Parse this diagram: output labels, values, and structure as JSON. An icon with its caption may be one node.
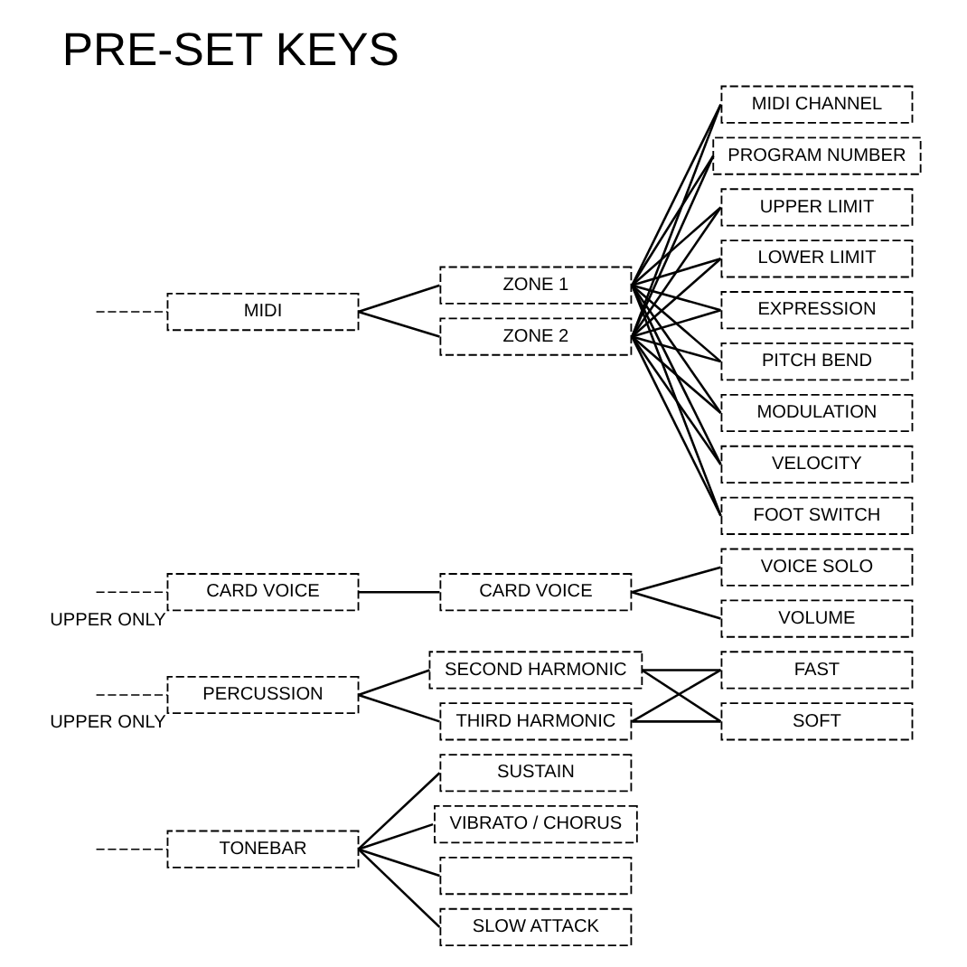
{
  "diagram": {
    "title": "PRE-SET KEYS",
    "nodes": [
      {
        "text": [
          "TONEBAR"
        ]
      },
      {
        "text": [
          "PERCUSSION"
        ],
        "beside": [
          "UPPER ONLY"
        ]
      },
      {
        "text": [
          "CARD VOICE"
        ],
        "beside": [
          "UPPER ONLY"
        ]
      },
      {
        "text": [
          "MIDI"
        ]
      },
      {
        "text": [
          "SUSTAIN"
        ]
      },
      {
        "text": [
          "VIBRATO / CHORUS"
        ]
      },
      {
        "text": [],
        "shape": "box"
      },
      {
        "text": [
          "SLOW ATTACK"
        ]
      },
      {
        "text": [
          "SECOND HARMONIC"
        ]
      },
      {
        "text": [
          "THIRD HARMONIC"
        ]
      },
      {
        "text": [
          "FAST"
        ]
      },
      {
        "text": [
          "SOFT"
        ]
      },
      {
        "text": [
          "CARD VOICE"
        ]
      },
      {
        "text": [
          "VOICE SOLO"
        ]
      },
      {
        "text": [
          "VOLUME"
        ]
      },
      {
        "text": [
          "ZONE 1"
        ]
      },
      {
        "text": [
          "ZONE 2"
        ]
      },
      {
        "text": [
          "MIDI CHANNEL"
        ]
      },
      {
        "text": [
          "PROGRAM NUMBER"
        ]
      },
      {
        "text": [
          "UPPER LIMIT"
        ]
      },
      {
        "text": [
          "LOWER LIMIT"
        ]
      },
      {
        "text": [
          "EXPRESSION"
        ]
      },
      {
        "text": [
          "PITCH BEND"
        ]
      },
      {
        "text": [
          "MODULATION"
        ]
      },
      {
        "text": [
          "VELOCITY"
        ]
      },
      {
        "text": [
          "FOOT SWITCH"
        ]
      }
    ],
    "edges": [
      {
        "from": null,
        "to": 0,
        "arrow": "none",
        "style": "dashed"
      },
      {
        "from": null,
        "to": 1,
        "arrow": "none",
        "style": "dashed"
      },
      {
        "from": null,
        "to": 2,
        "arrow": "none",
        "style": "dashed"
      },
      {
        "from": null,
        "to": 3,
        "arrow": "none",
        "style": "dashed"
      },
      {
        "from": 0,
        "to": 4,
        "arrow": "none"
      },
      {
        "from": 0,
        "to": 5,
        "arrow": "none"
      },
      {
        "from": 0,
        "to": 6,
        "arrow": "none"
      },
      {
        "from": 0,
        "to": 7,
        "arrow": "none"
      },
      {
        "from": 1,
        "to": 8,
        "arrow": "none"
      },
      {
        "from": 1,
        "to": 9,
        "arrow": "none"
      },
      {
        "from": 8,
        "to": 10,
        "arrow": "none"
      },
      {
        "from": 8,
        "to": 11,
        "arrow": "none"
      },
      {
        "from": 9,
        "to": 10,
        "arrow": "none"
      },
      {
        "from": 9,
        "to": 11,
        "arrow": "none"
      },
      {
        "from": 2,
        "to": 12,
        "arrow": "none"
      },
      {
        "from": 12,
        "to": 13,
        "arrow": "none"
      },
      {
        "from": 12,
        "to": 14,
        "arrow": "none"
      },
      {
        "from": 3,
        "to": 15,
        "arrow": "none"
      },
      {
        "from": 3,
        "to": 16,
        "arrow": "none"
      },
      {
        "from": 15,
        "to": 17,
        "arrow": "none"
      },
      {
        "from": 15,
        "to": 18,
        "arrow": "none"
      },
      {
        "from": 15,
        "to": 19,
        "arrow": "none"
      },
      {
        "from": 15,
        "to": 20,
        "arrow": "none"
      },
      {
        "from": 15,
        "to": 21,
        "arrow": "none"
      },
      {
        "from": 15,
        "to": 22,
        "arrow": "none"
      },
      {
        "from": 15,
        "to": 23,
        "arrow": "none"
      },
      {
        "from": 15,
        "to": 24,
        "arrow": "none"
      },
      {
        "from": 15,
        "to": 25,
        "arrow": "none"
      },
      {
        "from": 16,
        "to": 17,
        "arrow": "none"
      },
      {
        "from": 16,
        "to": 18,
        "arrow": "none"
      },
      {
        "from": 16,
        "to": 19,
        "arrow": "none"
      },
      {
        "from": 16,
        "to": 20,
        "arrow": "none"
      },
      {
        "from": 16,
        "to": 21,
        "arrow": "none"
      },
      {
        "from": 16,
        "to": 22,
        "arrow": "none"
      },
      {
        "from": 16,
        "to": 23,
        "arrow": "none"
      },
      {
        "from": 16,
        "to": 24,
        "arrow": "none"
      },
      {
        "from": 16,
        "to": 25,
        "arrow": "none"
      }
    ]
  }
}
